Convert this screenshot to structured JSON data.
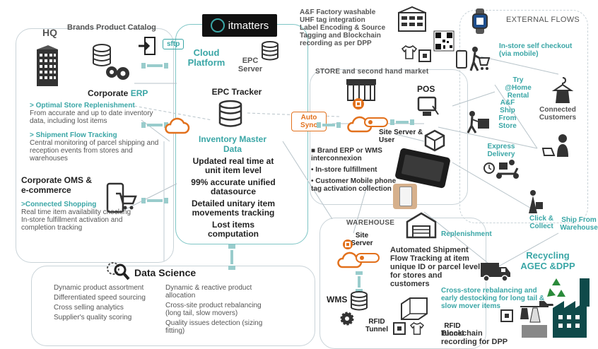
{
  "hq": {
    "title": "HQ",
    "brands_catalog": "Brands Product Catalog",
    "sftp": "sftp",
    "corporate": "Corporate",
    "erp": "ERP",
    "optimal_title": "Optimal Store Replenishment",
    "optimal_desc": "From accurate and up to date  inventory data, including lost items",
    "shipment_title": "Shipment Flow Tracking",
    "shipment_desc": "Central monitoring of parcel shipping and reception events from stores and warehouses",
    "oms_title": "Corporate OMS & e-commerce",
    "connected_title": "Connected Shopping",
    "connected_desc1": "Real time item availability checking",
    "connected_desc2": "In-store fulfillment  activation and completion tracking"
  },
  "cloud": {
    "logo": "itmatters",
    "title1": "Cloud",
    "title2": "Platform",
    "epc_server1": "EPC",
    "epc_server2": "Server",
    "epc_tracker": "EPC Tracker",
    "inv_master1": "Inventory Master",
    "inv_master2": "Data",
    "line1": "Updated real time at unit item level",
    "line2": "99% accurate unified datasource",
    "line3": "Detailed unitary item movements tracking",
    "line4": "Lost items computation",
    "auto_sync1": "Auto",
    "auto_sync2": "Sync"
  },
  "data_science": {
    "title": "Data Science",
    "left": [
      "Dynamic product assortment",
      "Differentiated speed sourcing",
      "Cross selling analytics",
      "Supplier's quality scoring"
    ],
    "right": [
      "Dynamic & reactive product allocation",
      "Cross-site product rebalancing (long tail, slow movers)",
      "Quality issues detection (sizing fitting)"
    ]
  },
  "factory": {
    "line1": "A&F Factory washable",
    "line2": "UHF tag integration",
    "line3": "Label Encoding & Source",
    "line4": "Tagging and Blockchain",
    "line5": "recording as per DPP"
  },
  "store": {
    "title": "STORE and  second hand market",
    "pos": "POS",
    "site_server": "Site Server & User",
    "bullets": [
      "Brand ERP or WMS interconnexion",
      "In-store fulfillment",
      "Customer Mobile phone tag activation collection"
    ]
  },
  "external": {
    "title": "EXTERNAL FLOWS",
    "self_checkout": "In-store  self checkout (via mobile)",
    "try_home": "Try @Home Rental",
    "af_ship": "A&F Ship From Store",
    "connected_customers": "Connected Customers",
    "express": "Express Delivery",
    "click_collect": "Click & Collect",
    "ship_warehouse": "Ship From Warehouse",
    "replenishment": "Replenishment",
    "recycling": "Recycling AGEC &DPP",
    "cross_store": "Cross-store rebalancing and early destocking for long tail & slow mover items"
  },
  "warehouse": {
    "title": "WAREHOUSE",
    "site_server": "Site Server",
    "wms": "WMS",
    "rfid_tunnel1": "RFID Tunnel",
    "rfid_tunnel2": "RFID  Tunnel",
    "blockchain": "Blockchain recording for DPP",
    "automated": "Automated Shipment Flow  Tracking at item unique ID or parcel level for stores and customers"
  },
  "colors": {
    "teal": "#3aa6a6",
    "orange": "#e2711d",
    "border": "#c9d3d8",
    "dark": "#333333"
  }
}
